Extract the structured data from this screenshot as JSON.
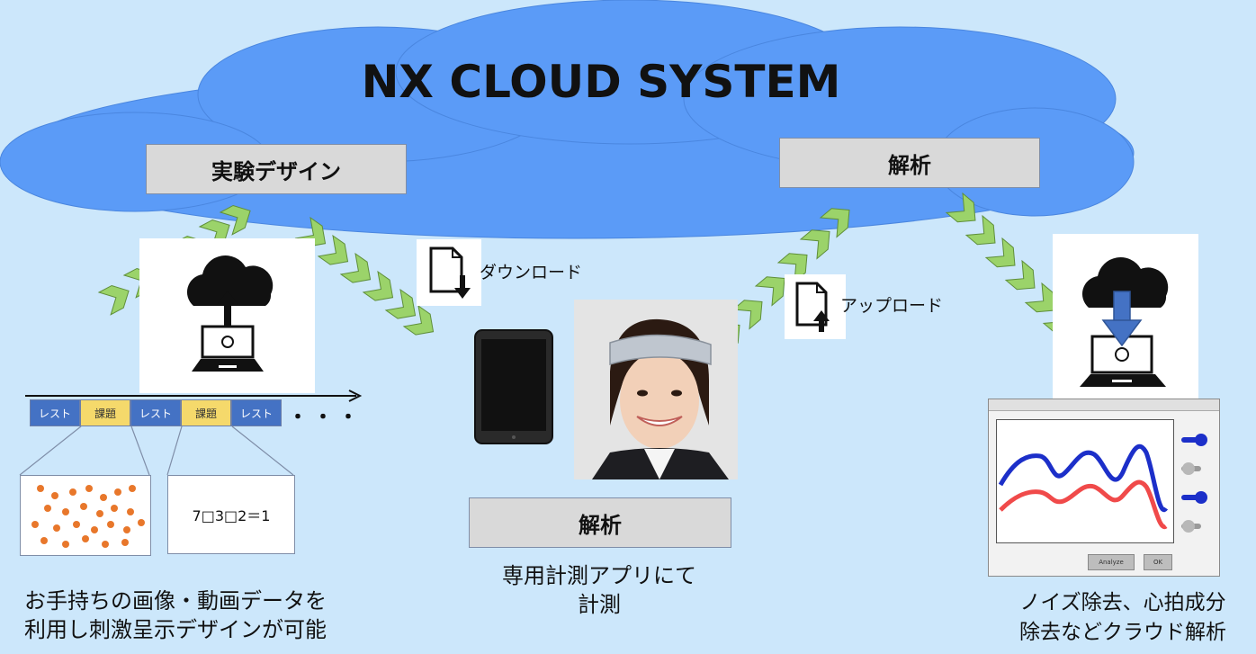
{
  "title": "NX CLOUD SYSTEM",
  "boxes": {
    "experiment_design": "実験デザイン",
    "analysis_top": "解析",
    "analysis_mid": "解析"
  },
  "labels": {
    "download": "ダウンロード",
    "upload": "アップロード"
  },
  "sequence": [
    "レスト",
    "課題",
    "レスト",
    "課題",
    "レスト"
  ],
  "sequence_ellipsis": "・・・",
  "equation": "7□3□2＝1",
  "captions": {
    "left_line1": "お手持ちの画像・動画データを",
    "left_line2": "利用し刺激呈示デザインが可能",
    "middle_line1": "専用計測アプリにて",
    "middle_line2": "計測",
    "right_line1": "ノイズ除去、心拍成分",
    "right_line2": "除去などクラウド解析"
  },
  "chart_ui": {
    "analyze_button": "Analyze",
    "ok_button": "OK"
  },
  "colors": {
    "cloud": "#5b9bf7",
    "background": "#cce7fb",
    "chevron": "#9bd36a",
    "sequence_rest": "#4472c4",
    "sequence_task": "#f5d96b",
    "signal_blue": "#1c2fc9",
    "signal_red": "#f04a4a"
  }
}
